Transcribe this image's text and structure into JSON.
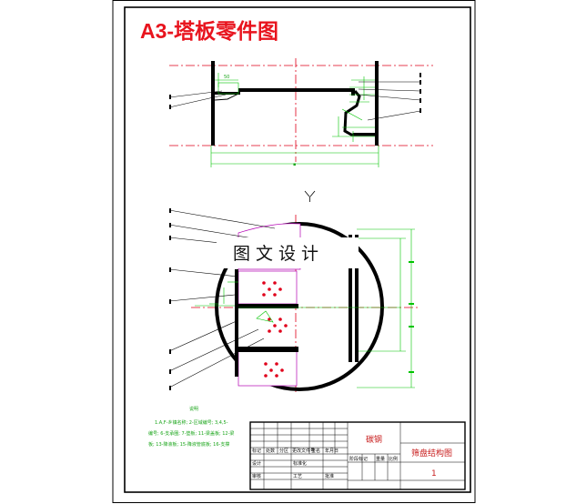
{
  "title": "A3-塔板零件图",
  "watermark": "图文设计",
  "view_label": "Y",
  "notes": {
    "heading": "说明",
    "lines": [
      "1.A,F-乡镇名称; 2-区域编号; 3,4,5-",
      "编号; 6-支承圈; 7-垫板; 11-梁盖板; 12-梁",
      "板; 13-降液板; 15-降液管底板; 16-支撑"
    ]
  },
  "title_block": {
    "material": "碳钢",
    "drawing_name": "筛盘结构图",
    "sheet_no": "1",
    "small_labels": [
      "标记",
      "处数",
      "分区",
      "更改文件号",
      "签名",
      "年月日",
      "设计",
      "标准化",
      "阶段标记",
      "重量",
      "比例",
      "审核",
      "工艺",
      "批准"
    ]
  },
  "colors": {
    "outline": "#000000",
    "centerline": "#e0001a",
    "dimension": "#00c400",
    "hatch": "#b400b4",
    "watermark_bg": "#ffffff"
  }
}
